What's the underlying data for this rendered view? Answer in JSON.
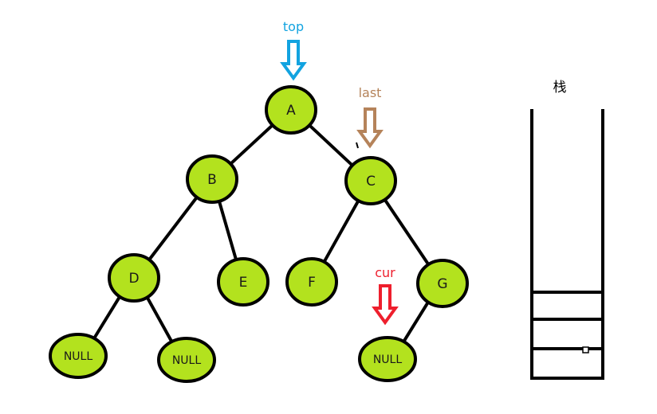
{
  "colors": {
    "node_fill": "#b3e21e",
    "node_stroke": "#000000",
    "edge": "#000000",
    "top_pointer": "#12a3e0",
    "last_pointer": "#b5835a",
    "cur_pointer": "#ee1f2d",
    "stack_stroke": "#000000"
  },
  "tree": {
    "nodes": [
      {
        "id": "A",
        "label": "A"
      },
      {
        "id": "B",
        "label": "B"
      },
      {
        "id": "C",
        "label": "C"
      },
      {
        "id": "D",
        "label": "D"
      },
      {
        "id": "E",
        "label": "E"
      },
      {
        "id": "F",
        "label": "F"
      },
      {
        "id": "G",
        "label": "G"
      },
      {
        "id": "N1",
        "label": "NULL"
      },
      {
        "id": "N2",
        "label": "NULL"
      },
      {
        "id": "N3",
        "label": "NULL"
      }
    ],
    "edges": [
      [
        "A",
        "B"
      ],
      [
        "A",
        "C"
      ],
      [
        "B",
        "D"
      ],
      [
        "B",
        "E"
      ],
      [
        "C",
        "F"
      ],
      [
        "C",
        "G"
      ],
      [
        "D",
        "N1"
      ],
      [
        "D",
        "N2"
      ],
      [
        "G",
        "N3"
      ]
    ]
  },
  "pointers": {
    "top": {
      "label": "top",
      "target": "A"
    },
    "last": {
      "label": "last",
      "target": "C"
    },
    "cur": {
      "label": "cur",
      "target": "N3"
    }
  },
  "stack": {
    "title": "栈",
    "slot_count": 3
  }
}
